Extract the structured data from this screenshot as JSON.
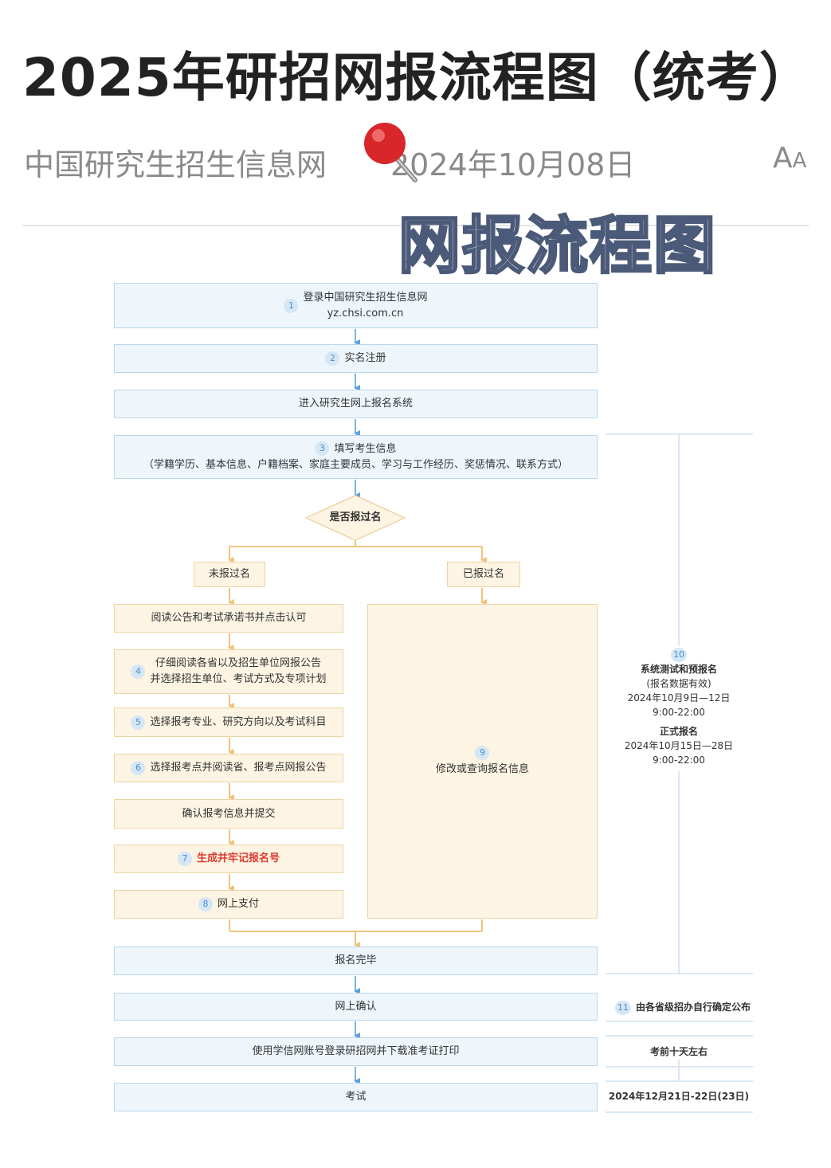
{
  "article": {
    "title": "2025年研招网报流程图（统考）",
    "source": "中国研究生招生信息网",
    "date": "2024年10月08日",
    "font_size_button": {
      "big": "A",
      "small": "A"
    }
  },
  "stamp_text": "网报流程图",
  "colors": {
    "blue_box": "#eef6fc",
    "orange_box": "#fdf4e3",
    "accent_blue": "#4a8fd0",
    "accent_orange": "#f3c27a",
    "red": "#e03a2f"
  },
  "flow": {
    "step1": {
      "num": "1",
      "line1": "登录中国研究生招生信息网",
      "line2": "yz.chsi.com.cn"
    },
    "step2": {
      "num": "2",
      "label": "实名注册"
    },
    "enter": {
      "label": "进入研究生网上报名系统"
    },
    "step3": {
      "num": "3",
      "line1": "填写考生信息",
      "line2": "（学籍学历、基本信息、户籍档案、家庭主要成员、学习与工作经历、奖惩情况、联系方式）"
    },
    "decision": {
      "label": "是否报过名"
    },
    "not_registered": {
      "label": "未报过名"
    },
    "registered": {
      "label": "已报过名"
    },
    "read_notice": {
      "label": "阅读公告和考试承诺书并点击认可"
    },
    "step4": {
      "num": "4",
      "line1": "仔细阅读各省以及招生单位网报公告",
      "line2": "并选择招生单位、考试方式及专项计划"
    },
    "step5": {
      "num": "5",
      "label": "选择报考专业、研究方向以及考试科目"
    },
    "step6": {
      "num": "6",
      "label": "选择报考点并阅读省、报考点网报公告"
    },
    "confirm_submit": {
      "label": "确认报考信息并提交"
    },
    "step7": {
      "num": "7",
      "label": "生成并牢记报名号"
    },
    "step8": {
      "num": "8",
      "label": "网上支付"
    },
    "step9": {
      "num": "9",
      "label": "修改或查询报名信息"
    },
    "complete": {
      "label": "报名完毕"
    },
    "online_confirm": {
      "label": "网上确认"
    },
    "print_ticket": {
      "label": "使用学信网账号登录研招网并下载准考证打印"
    },
    "exam": {
      "label": "考试"
    }
  },
  "timeline": {
    "step10": {
      "num": "10",
      "l1": "系统测试和预报名",
      "l2": "(报名数据有效)",
      "l3": "2024年10月9日—12日",
      "l4": "9:00-22:00",
      "l5": "正式报名",
      "l6": "2024年10月15日—28日",
      "l7": "9:00-22:00"
    },
    "step11": {
      "num": "11",
      "label": "由各省级招办自行确定公布"
    },
    "ticket_time": {
      "label": "考前十天左右"
    },
    "exam_date": {
      "label": "2024年12月21日-22日(23日)"
    }
  }
}
